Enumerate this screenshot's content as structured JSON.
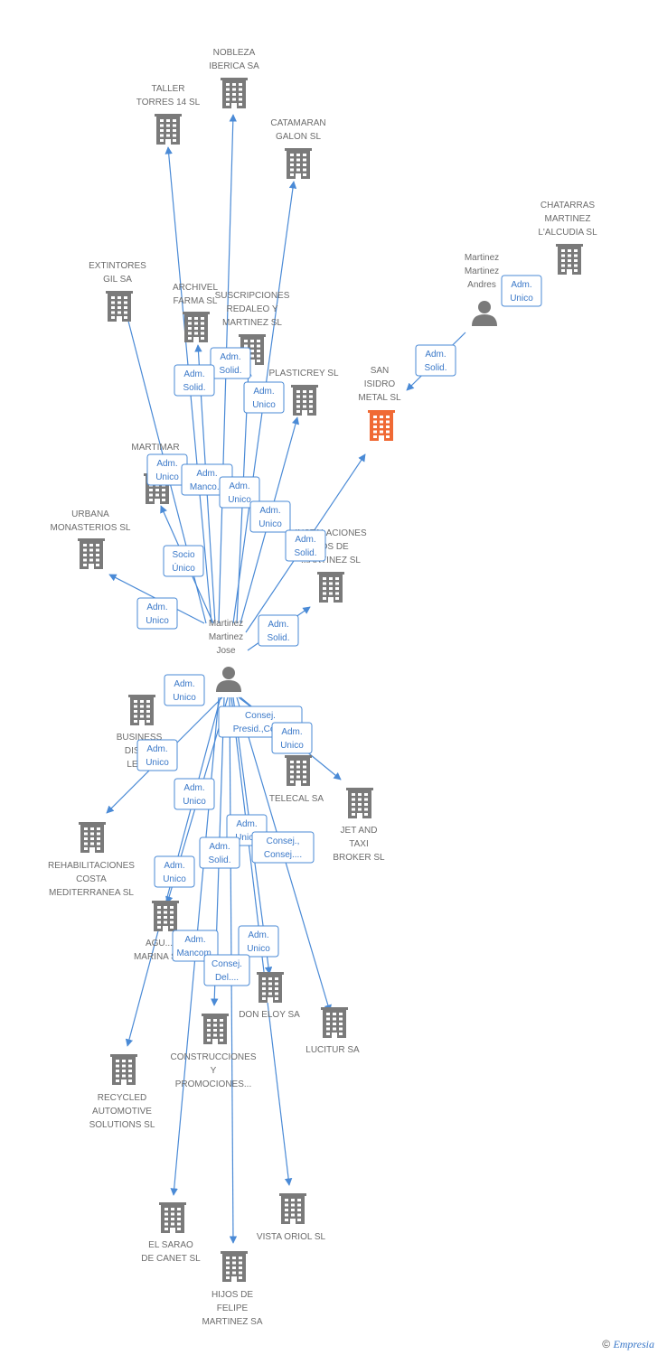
{
  "colors": {
    "company": "#7a7a7a",
    "highlight": "#f06a35",
    "person": "#7a7a7a",
    "edge": "#4a8ad6"
  },
  "nodes": [
    {
      "id": "nobleza",
      "type": "company",
      "label": [
        "NOBLEZA",
        "IBERICA SA"
      ]
    },
    {
      "id": "taller",
      "type": "company",
      "label": [
        "TALLER",
        "TORRES 14 SL"
      ]
    },
    {
      "id": "catamaran",
      "type": "company",
      "label": [
        "CATAMARAN",
        "GALON SL"
      ]
    },
    {
      "id": "chatarras",
      "type": "company",
      "label": [
        "CHATARRAS",
        "MARTINEZ",
        "L'ALCUDIA SL"
      ]
    },
    {
      "id": "andres",
      "type": "person",
      "label": [
        "Martinez",
        "Martinez",
        "Andres"
      ]
    },
    {
      "id": "extintores",
      "type": "company",
      "label": [
        "EXTINTORES",
        "GIL SA"
      ]
    },
    {
      "id": "archivel",
      "type": "company",
      "label": [
        "ARCHIVEL",
        "FARMA SL"
      ]
    },
    {
      "id": "suscripciones",
      "type": "company",
      "label": [
        "SUSCRIPCIONES",
        "REDALEO Y",
        "MARTINEZ SL"
      ]
    },
    {
      "id": "plasticrey",
      "type": "company",
      "label": [
        "PLASTICREY SL"
      ]
    },
    {
      "id": "sanisidro",
      "type": "company-highlight",
      "label": [
        "SAN",
        "ISIDRO",
        "METAL SL"
      ]
    },
    {
      "id": "martimar",
      "type": "company",
      "label": [
        "MARTIMAR",
        "20"
      ]
    },
    {
      "id": "urbana",
      "type": "company",
      "label": [
        "URBANA",
        "MONASTERIOS SL"
      ]
    },
    {
      "id": "instalaciones",
      "type": "company",
      "label": [
        "INSTALACIONES",
        "...OS DE",
        "...ARTINEZ SL"
      ]
    },
    {
      "id": "jose",
      "type": "person",
      "label": [
        "Martinez",
        "Martinez",
        "Jose"
      ]
    },
    {
      "id": "business",
      "type": "company",
      "label": [
        "BUSINESS",
        "DISC...",
        "LEK..."
      ]
    },
    {
      "id": "telecal",
      "type": "company",
      "label": [
        "TELECAL SA"
      ]
    },
    {
      "id": "jetandtaxi",
      "type": "company",
      "label": [
        "JET AND",
        "TAXI",
        "BROKER SL"
      ]
    },
    {
      "id": "rehabilitaciones",
      "type": "company",
      "label": [
        "REHABILITACIONES",
        "COSTA",
        "MEDITERRANEA SL"
      ]
    },
    {
      "id": "aguamarina",
      "type": "company",
      "label": [
        "AGU...",
        "MARINA S..."
      ]
    },
    {
      "id": "doneloy",
      "type": "company",
      "label": [
        "DON ELOY SA"
      ]
    },
    {
      "id": "lucitur",
      "type": "company",
      "label": [
        "LUCITUR SA"
      ]
    },
    {
      "id": "construcciones",
      "type": "company",
      "label": [
        "CONSTRUCCIONES",
        "Y",
        "PROMOCIONES..."
      ]
    },
    {
      "id": "recycled",
      "type": "company",
      "label": [
        "RECYCLED",
        "AUTOMOTIVE",
        "SOLUTIONS SL"
      ]
    },
    {
      "id": "elsarao",
      "type": "company",
      "label": [
        "EL SARAO",
        "DE CANET SL"
      ]
    },
    {
      "id": "vistaoriol",
      "type": "company",
      "label": [
        "VISTA ORIOL SL"
      ]
    },
    {
      "id": "hijos",
      "type": "company",
      "label": [
        "HIJOS DE",
        "FELIPE",
        "MARTINEZ SA"
      ]
    }
  ],
  "relations": [
    {
      "label": [
        "Adm.",
        "Unico"
      ]
    },
    {
      "label": [
        "Adm.",
        "Solid."
      ]
    },
    {
      "label": [
        "Adm.",
        "Solid."
      ]
    },
    {
      "label": [
        "Adm.",
        "Solid."
      ]
    },
    {
      "label": [
        "Adm.",
        "Unico"
      ]
    },
    {
      "label": [
        "Adm.",
        "Unico"
      ]
    },
    {
      "label": [
        "Adm.",
        "Manco..."
      ]
    },
    {
      "label": [
        "Adm.",
        "Unico"
      ]
    },
    {
      "label": [
        "Adm.",
        "Unico"
      ]
    },
    {
      "label": [
        "Adm.",
        "Solid."
      ]
    },
    {
      "label": [
        "Socio",
        "Único"
      ]
    },
    {
      "label": [
        "Adm.",
        "Unico"
      ]
    },
    {
      "label": [
        "Adm.",
        "Solid."
      ]
    },
    {
      "label": [
        "Adm.",
        "Unico"
      ]
    },
    {
      "label": [
        "Consej.",
        "Presid.,Con..."
      ]
    },
    {
      "label": [
        "Adm.",
        "Unico"
      ]
    },
    {
      "label": [
        "Adm.",
        "Unico"
      ]
    },
    {
      "label": [
        "Adm.",
        "Unico"
      ]
    },
    {
      "label": [
        "Adm.",
        "Unico"
      ]
    },
    {
      "label": [
        "Adm.",
        "Solid."
      ]
    },
    {
      "label": [
        "Consej.,",
        "Consej...."
      ]
    },
    {
      "label": [
        "Adm.",
        "Unico"
      ]
    },
    {
      "label": [
        "Adm.",
        "Mancom."
      ]
    },
    {
      "label": [
        "Adm.",
        "Unico"
      ]
    },
    {
      "label": [
        "Consej.",
        "Del...."
      ]
    }
  ],
  "footer": {
    "copyright": "©",
    "brand": "Empresia"
  }
}
